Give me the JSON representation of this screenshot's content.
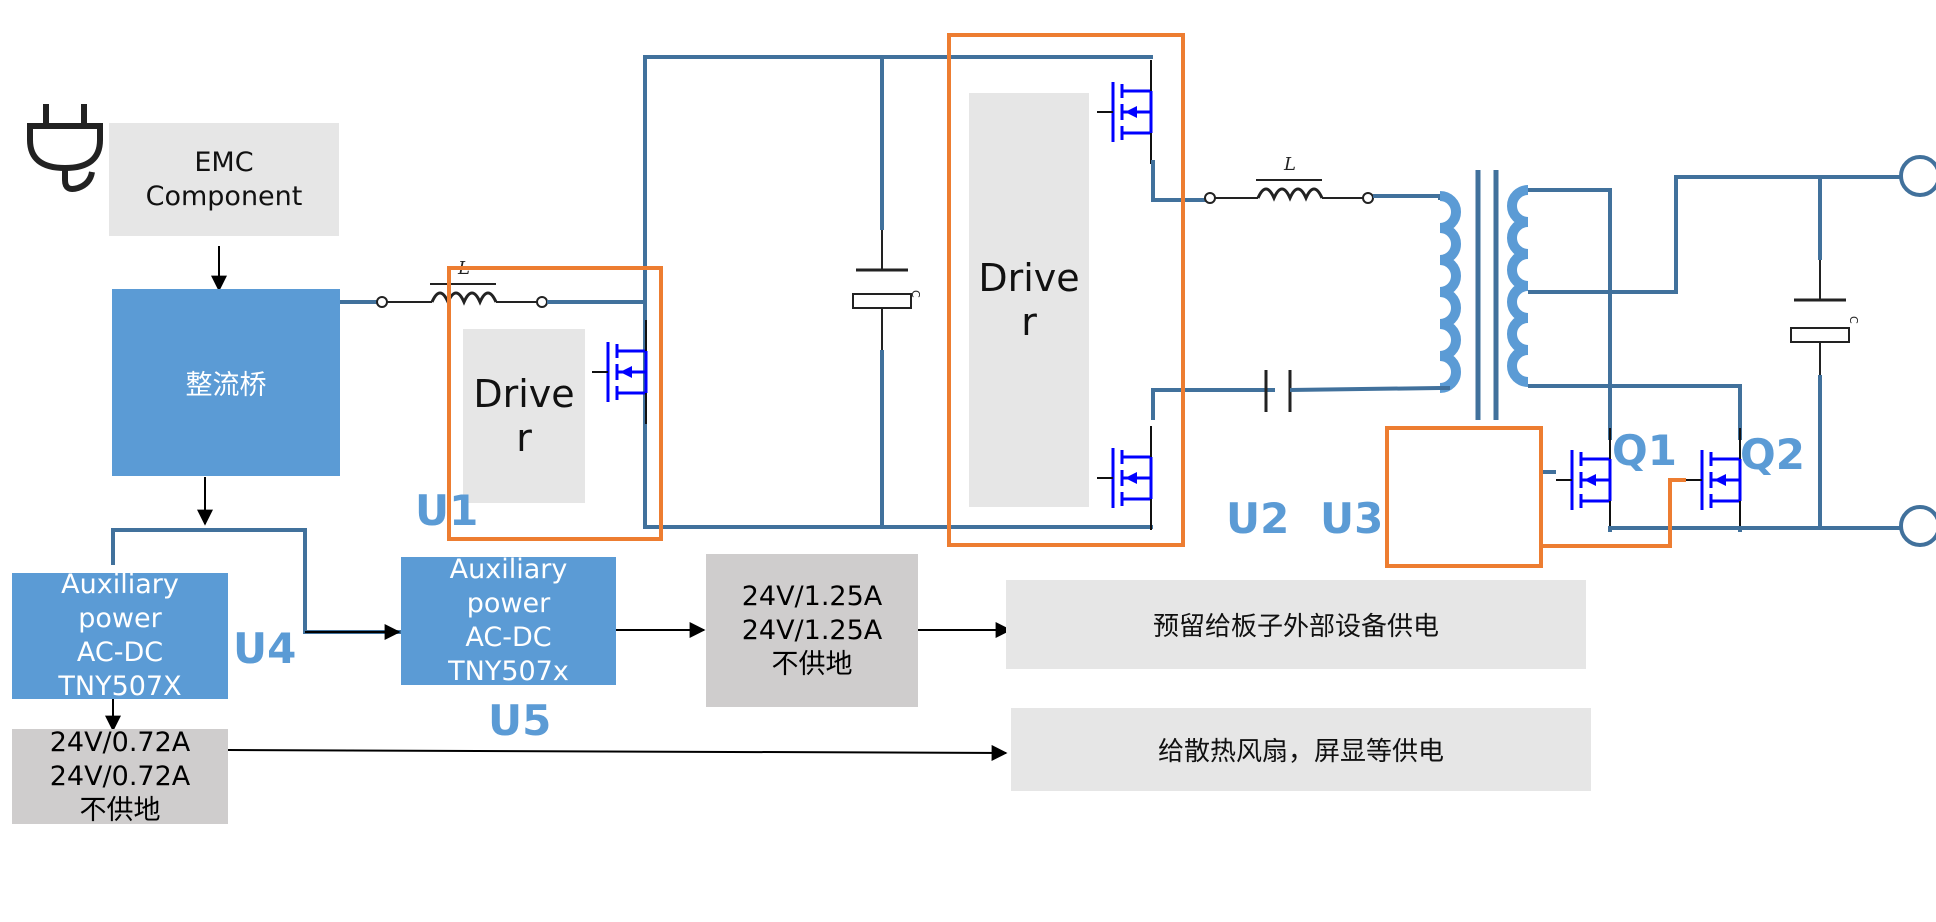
{
  "emc": {
    "text": "EMC\nComponent"
  },
  "rectifier": {
    "text": "整流桥"
  },
  "driver_pfc": {
    "text": "Drive\nr"
  },
  "driver_llc": {
    "text": "Drive\nr"
  },
  "aux_u4": {
    "text": "Auxiliary\npower\nAC-DC\nTNY507X"
  },
  "aux_u5": {
    "text": "Auxiliary\npower\nAC-DC\nTNY507x"
  },
  "out_u4": {
    "text": "24V/0.72A\n24V/0.72A\n不供地"
  },
  "out_u5": {
    "text": "24V/1.25A\n24V/1.25A\n不供地"
  },
  "note_external": {
    "text": "预留给板子外部设备供电"
  },
  "note_fan": {
    "text": "给散热风扇，屏显等供电"
  },
  "labels": {
    "u1": "U1",
    "u2": "U2",
    "u3": "U3",
    "u4": "U4",
    "u5": "U5",
    "q1": "Q1",
    "q2": "Q2"
  },
  "symbols": {
    "inductor": "L",
    "capacitor": "C"
  },
  "colors": {
    "wire": "#41719c",
    "box_blue": "#5b9bd5",
    "box_gray": "#e6e6e6",
    "box_dgray": "#cfcdcd",
    "outline": "#ed7d31",
    "label": "#5b9bd5",
    "mosfet": "#0000ff"
  },
  "icons": {
    "power_plug": "power-plug-icon"
  }
}
